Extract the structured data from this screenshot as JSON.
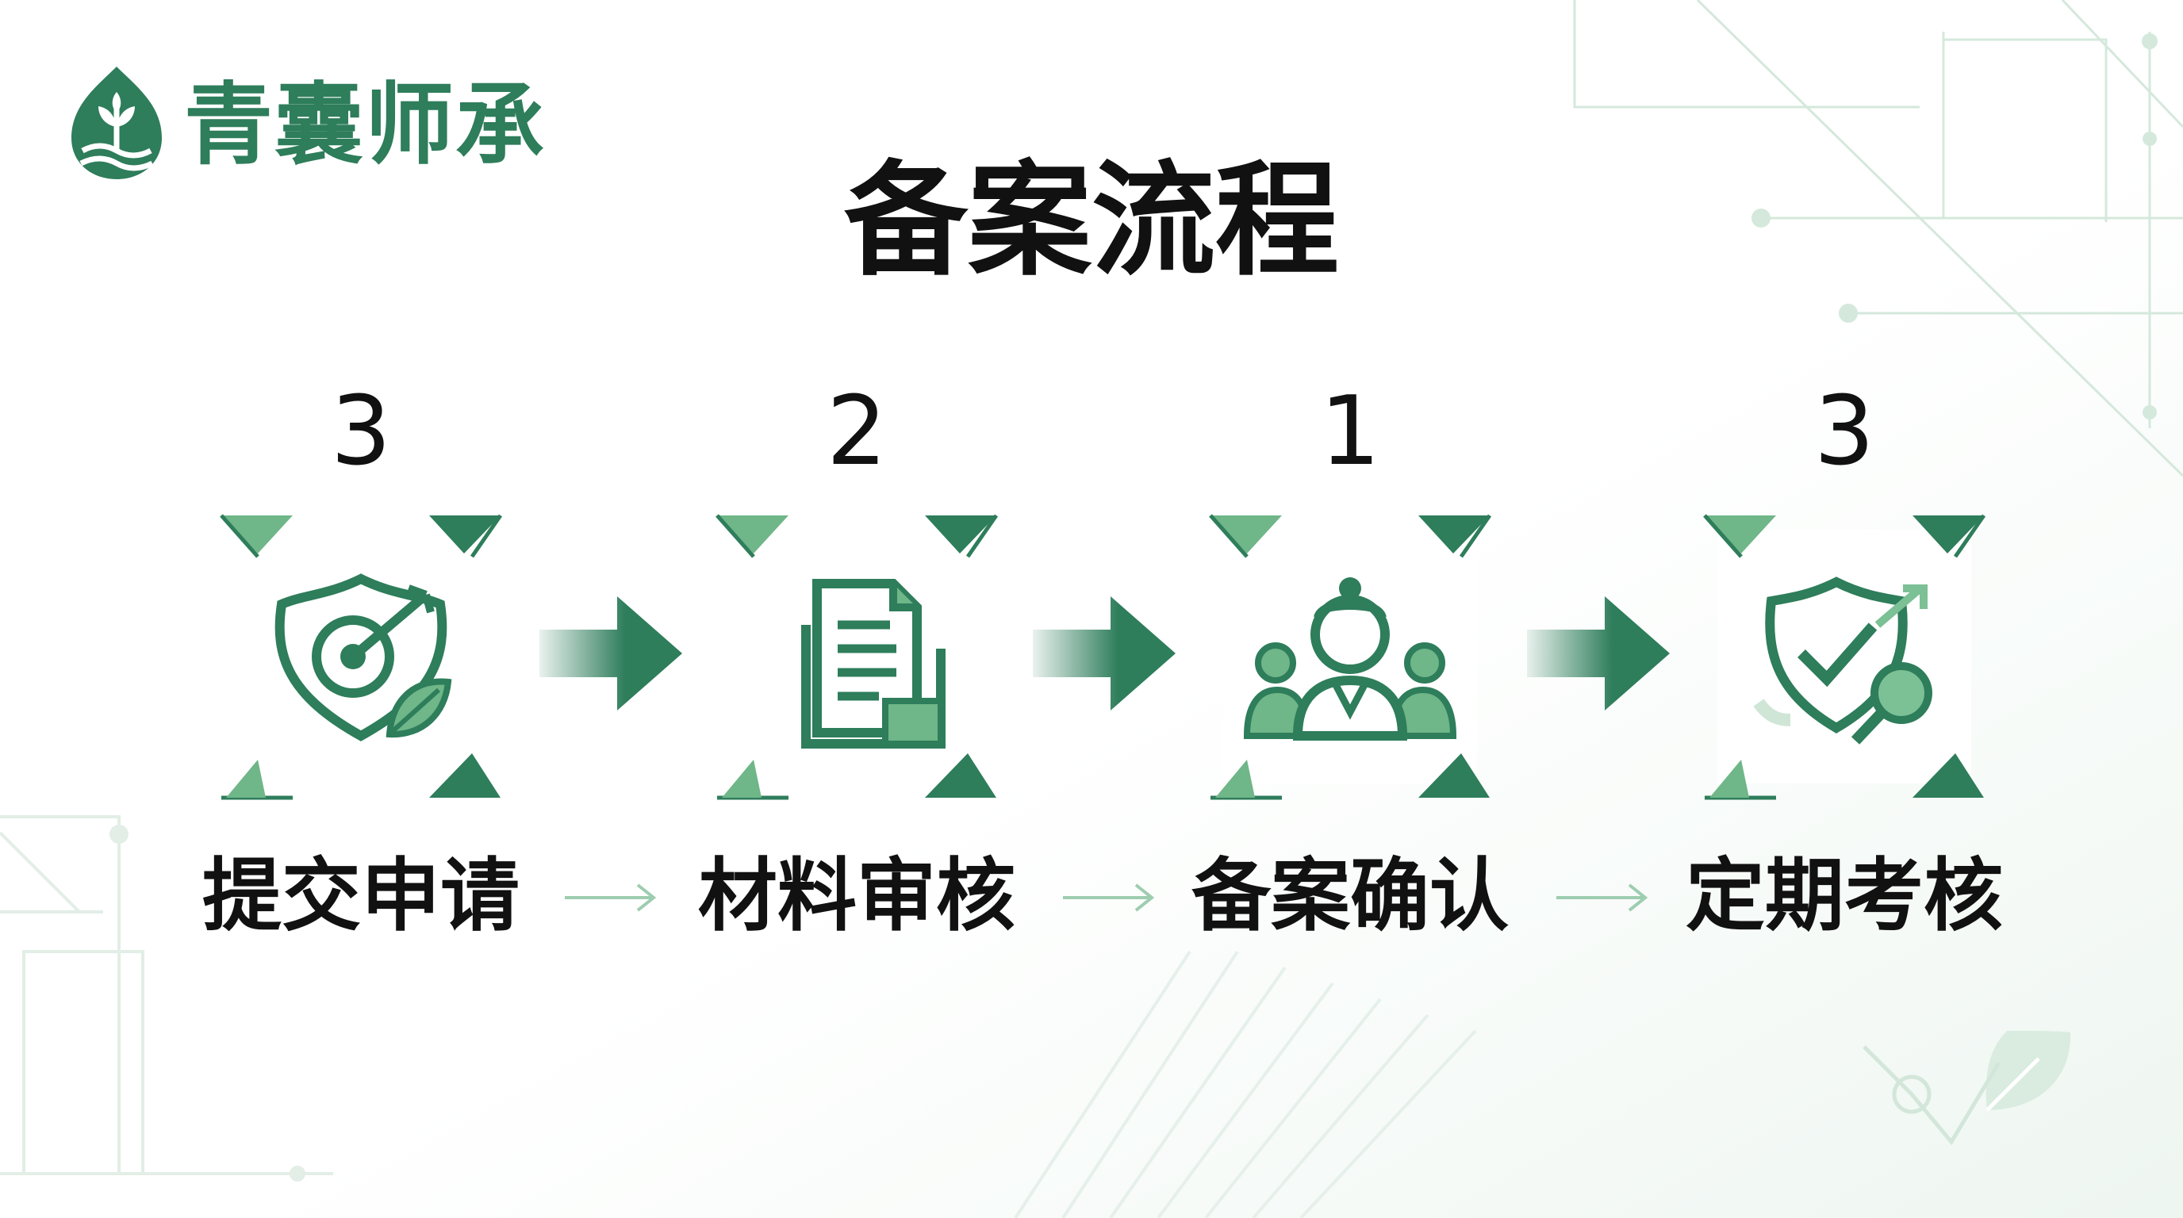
{
  "brand": {
    "name": "青囊师承"
  },
  "title": "备案流程",
  "steps": [
    {
      "num": "3",
      "label": "提交申请",
      "icon": "target-shield-leaf-icon"
    },
    {
      "num": "2",
      "label": "材料审核",
      "icon": "document-stack-icon"
    },
    {
      "num": "1",
      "label": "备案确认",
      "icon": "people-group-icon"
    },
    {
      "num": "3",
      "label": "定期考核",
      "icon": "shield-check-magnifier-icon"
    }
  ],
  "colors": {
    "primary": "#2e7d5b",
    "light": "#7cc095",
    "dark": "#1f5f43",
    "pale": "#eaf4ee"
  }
}
